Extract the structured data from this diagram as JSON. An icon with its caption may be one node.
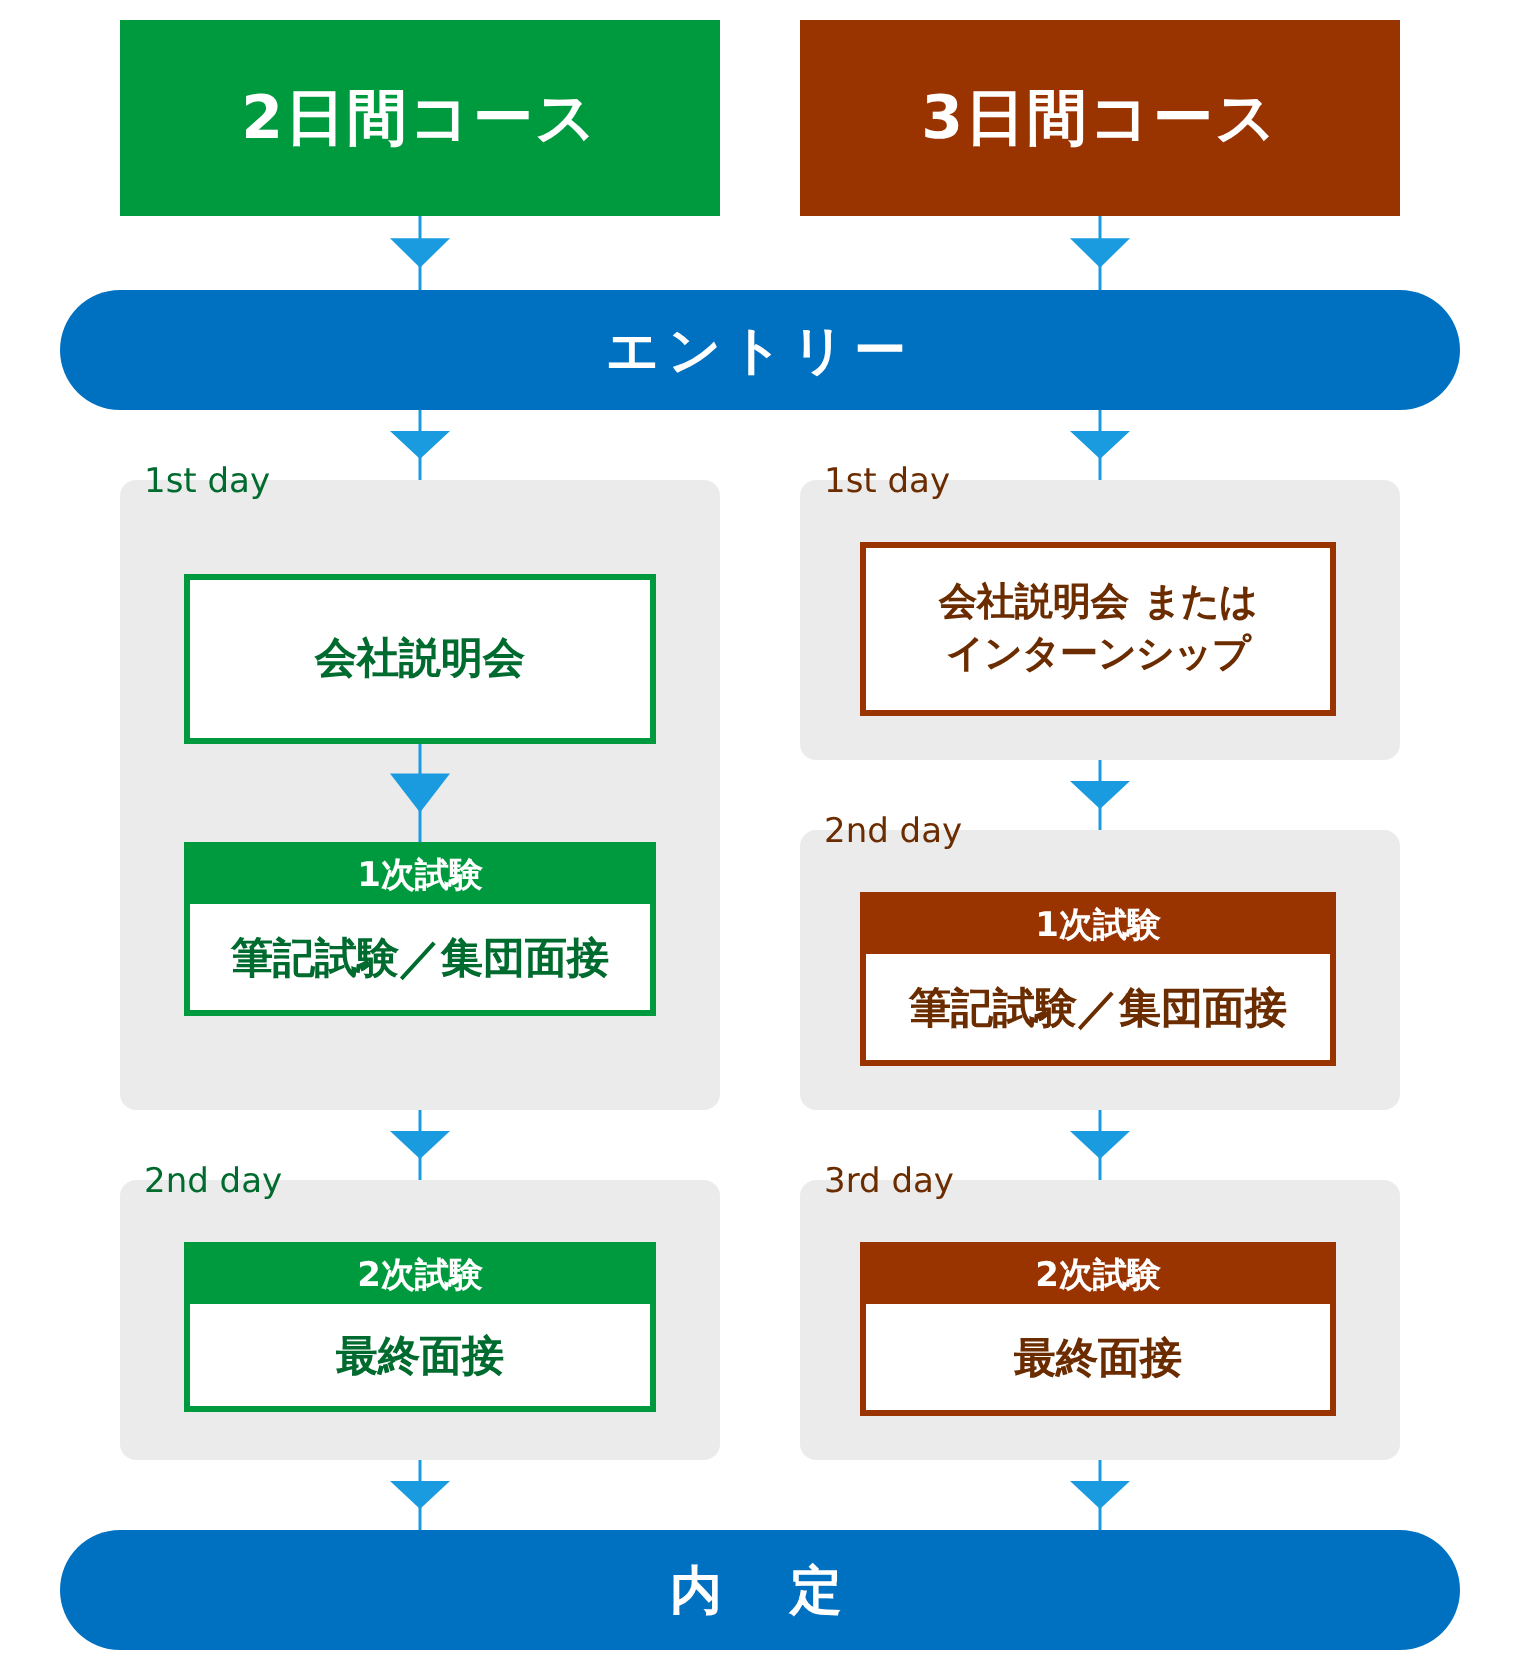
{
  "diagram": {
    "nodes": [
      {
        "text": [
          "2日間コース"
        ]
      },
      {
        "text": [
          "3日間コース"
        ]
      },
      {
        "text": [
          "エントリー"
        ]
      },
      {
        "text": [
          "1st day"
        ]
      },
      {
        "text": [
          "会社説明会"
        ],
        "in": 3
      },
      {
        "text": [
          "1次試験",
          "筆記試験／集団面接"
        ],
        "in": 3
      },
      {
        "text": [
          "2nd day"
        ]
      },
      {
        "text": [
          "2次試験",
          "最終面接"
        ],
        "in": 6
      },
      {
        "text": [
          "1st day"
        ]
      },
      {
        "text": [
          "会社説明会 またはインターンシップ"
        ],
        "in": 8
      },
      {
        "text": [
          "2nd day"
        ]
      },
      {
        "text": [
          "1次試験",
          "筆記試験／集団面接"
        ],
        "in": 10
      },
      {
        "text": [
          "3rd day"
        ]
      },
      {
        "text": [
          "2次試験",
          "最終面接"
        ],
        "in": 12
      },
      {
        "text": [
          "内　定"
        ]
      }
    ],
    "edges": [
      {
        "from": 0,
        "to": 2,
        "arrow": "to"
      },
      {
        "from": 1,
        "to": 2,
        "arrow": "to"
      },
      {
        "from": 2,
        "to": 3,
        "arrow": "to"
      },
      {
        "from": 2,
        "to": 8,
        "arrow": "to"
      },
      {
        "from": 4,
        "to": 5,
        "arrow": "to"
      },
      {
        "from": 3,
        "to": 6,
        "arrow": "to"
      },
      {
        "from": 8,
        "to": 10,
        "arrow": "to"
      },
      {
        "from": 10,
        "to": 12,
        "arrow": "to"
      },
      {
        "from": 6,
        "to": 14,
        "arrow": "to"
      },
      {
        "from": 12,
        "to": 14,
        "arrow": "to"
      }
    ]
  }
}
